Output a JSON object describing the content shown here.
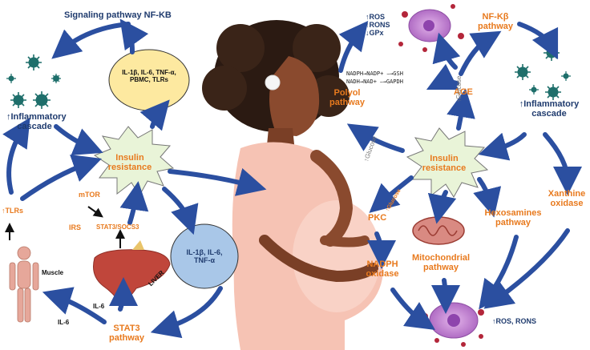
{
  "left": {
    "signaling_title": "Signaling pathway NF-KB",
    "inflammatory_cascade": [
      "↑Inflammatory",
      "cascade"
    ],
    "insulin_resistance": [
      "Insulin",
      "resistance"
    ],
    "cytokine_box": [
      "IL-1β, IL-6, TNF-α,",
      "PBMC, TLRs"
    ],
    "tlrs": "↑TLRs",
    "mtor": "mTOR",
    "irs": "IRS",
    "stat3_socs3": "STAT3/SOCS3",
    "muscle": "Muscle",
    "liver": "LIVER",
    "il6_muscle": "IL-6",
    "il6_liver": "IL-6",
    "blue_circle": [
      "IL-1β, IL-6,",
      "TNF-α"
    ],
    "stat3_pathway": [
      "STAT3",
      "pathway"
    ]
  },
  "right": {
    "ros_list": [
      "↑ROS",
      "↑RONS",
      "↓GPx"
    ],
    "nadph_line": "NADPH→NADP+ ⎯→GSH",
    "nadh_line": "NADH→NAD+ ⎯→GAPDH",
    "polyol": [
      "Polyol",
      "pathway"
    ],
    "age": "AGE",
    "glucose_age": "↑Glucose",
    "nfkb": [
      "NF-Kβ",
      "pathway"
    ],
    "inflammatory_cascade": [
      "↑Inflammatory",
      "cascade"
    ],
    "glucose_left": "↑Glucose",
    "insulin_resistance": [
      "Insulin",
      "resistance"
    ],
    "glucose_pkc": "↑Glucose",
    "pkc": "PKC",
    "xanthine": [
      "Xanthine",
      "oxidase"
    ],
    "hexosamines": [
      "Hexosamines",
      "pathway"
    ],
    "mitochondrial": [
      "Mitochondrial",
      "pathway"
    ],
    "nadph_oxidase": [
      "NADPH",
      "oxidase"
    ],
    "ros_rons": "↑ROS, RONS"
  },
  "colors": {
    "navy_text": "#1f3b6e",
    "orange_text": "#e87a1e",
    "arrow_blue": "#2b4fa0",
    "burst_fill": "#e9f4d8",
    "virus_teal": "#1f6f6b",
    "yellow_box": "#fde9a0",
    "blue_circle": "#a9c7e8",
    "skin": "#8a4a2e",
    "dress": "#f6c3b4",
    "hair": "#2b1a12",
    "liver": "#c0463b",
    "cell_purple": "#c98ad6"
  }
}
